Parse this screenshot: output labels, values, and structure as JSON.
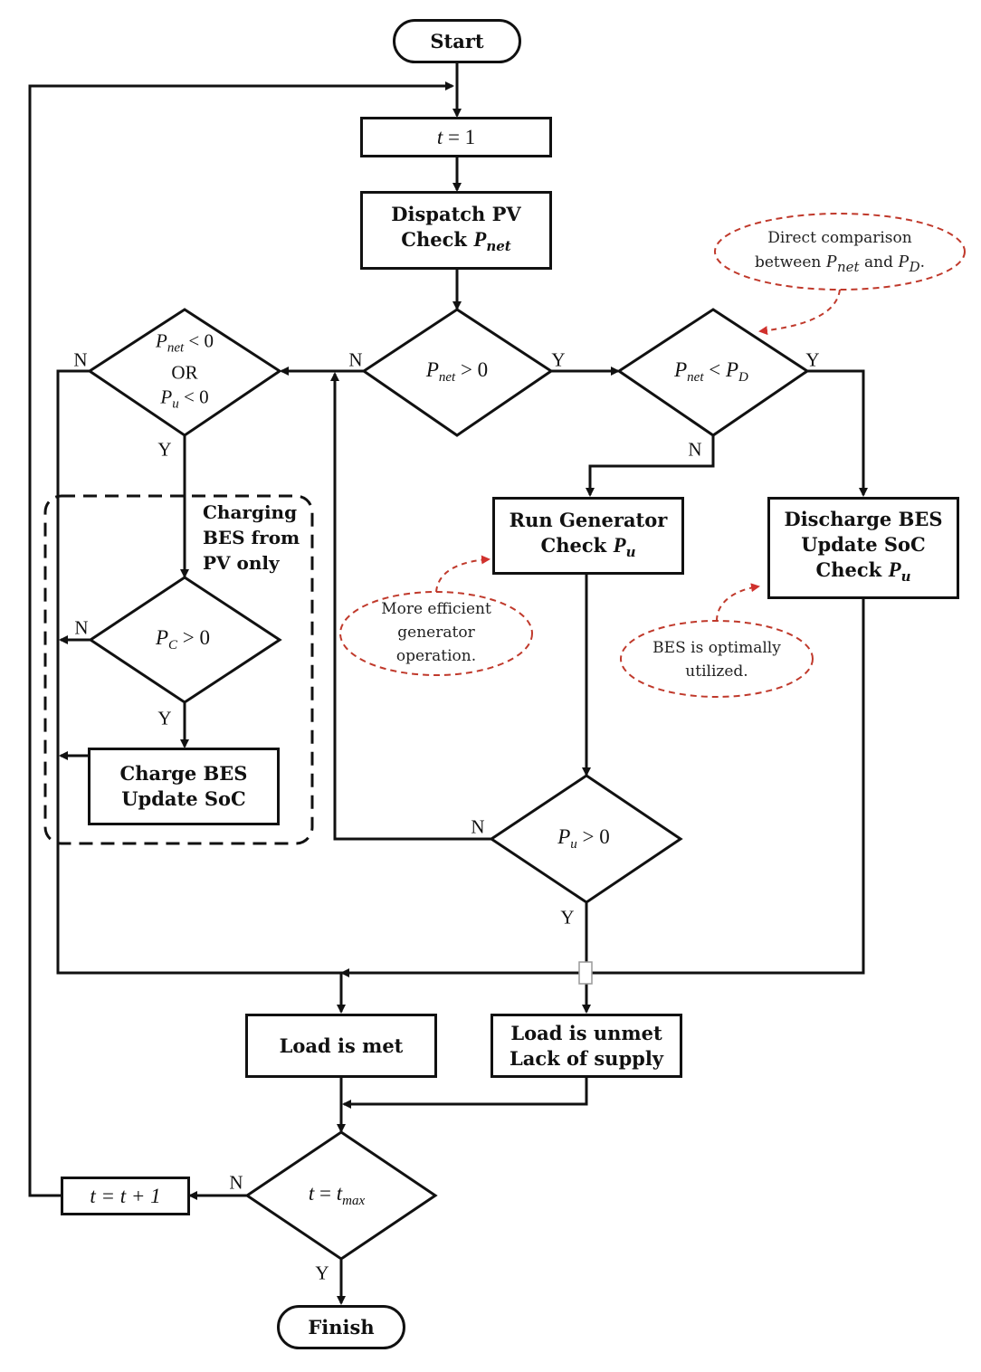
{
  "nodes": {
    "start": "Start",
    "t_init": {
      "var": "t",
      "op": " = 1"
    },
    "dispatch": {
      "line1": "Dispatch PV",
      "line2_prefix": "Check ",
      "var": "P",
      "sub": "net"
    },
    "d_pnet": {
      "var": "P",
      "sub": "net",
      "op": " > 0"
    },
    "d_left": {
      "var1": "P",
      "sub1": "net",
      "op1": " < 0",
      "or": "OR",
      "var2": "P",
      "sub2": "u",
      "op2": " < 0"
    },
    "d_pd": {
      "var": "P",
      "sub": "net",
      "op": " < ",
      "var2": "P",
      "sub2": "D"
    },
    "run_gen": {
      "line1": "Run Generator",
      "line2_prefix": "Check ",
      "var": "P",
      "sub": "u"
    },
    "discharge": {
      "line1": "Discharge BES",
      "line2": "Update SoC",
      "line3_prefix": "Check ",
      "var": "P",
      "sub": "u"
    },
    "d_pc": {
      "var": "P",
      "sub": "C",
      "op": " > 0"
    },
    "charge": {
      "line1": "Charge BES",
      "line2": "Update SoC"
    },
    "d_pu": {
      "var": "P",
      "sub": "u",
      "op": " > 0"
    },
    "load_met": "Load is met",
    "load_unmet": {
      "line1": "Load is unmet",
      "line2": "Lack of supply"
    },
    "d_tmax": {
      "var": "t",
      "op": " = ",
      "var2": "t",
      "sub2": "max"
    },
    "t_inc": "t = t + 1",
    "finish": "Finish"
  },
  "group_label": {
    "line1": "Charging",
    "line2": "BES from",
    "line3": "PV only"
  },
  "annotations": {
    "direct": {
      "line1": "Direct comparison",
      "line2_a": "between ",
      "var_a": "P",
      "sub_a": "net",
      "and": " and ",
      "var_b": "P",
      "sub_b": "D",
      "end": "."
    },
    "gen": {
      "line1": "More efficient",
      "line2": "generator",
      "line3": "operation."
    },
    "bes": {
      "line1": "BES is optimally",
      "line2": "utilized."
    }
  },
  "labels": {
    "yes": "Y",
    "no": "N"
  },
  "colors": {
    "stroke": "#111111",
    "annotation": "#c0392b"
  }
}
